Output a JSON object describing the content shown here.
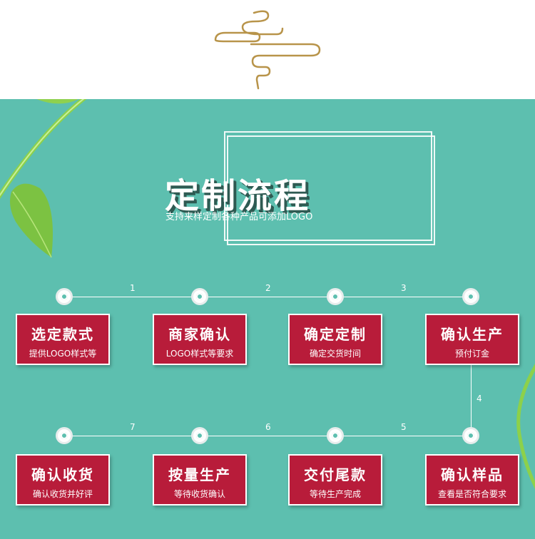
{
  "header": {
    "title": "定制流程",
    "subtitle": "支持来样定制各种产品可添加LOGO"
  },
  "connectors": [
    "1",
    "2",
    "3",
    "4",
    "5",
    "6",
    "7"
  ],
  "steps": [
    {
      "title": "选定款式",
      "desc": "提供LOGO样式等"
    },
    {
      "title": "商家确认",
      "desc": "LOGO样式等要求"
    },
    {
      "title": "确定定制",
      "desc": "确定交货时间"
    },
    {
      "title": "确认生产",
      "desc": "预付订金"
    },
    {
      "title": "确认样品",
      "desc": "查看是否符合要求"
    },
    {
      "title": "交付尾款",
      "desc": "等待生产完成"
    },
    {
      "title": "按量生产",
      "desc": "等待收货确认"
    },
    {
      "title": "确认收货",
      "desc": "确认收货并好评"
    }
  ],
  "colors": {
    "background": "#5dbfaf",
    "box": "#b81c3a",
    "ornament": "#b8944a",
    "leaf": "#7cc242"
  }
}
